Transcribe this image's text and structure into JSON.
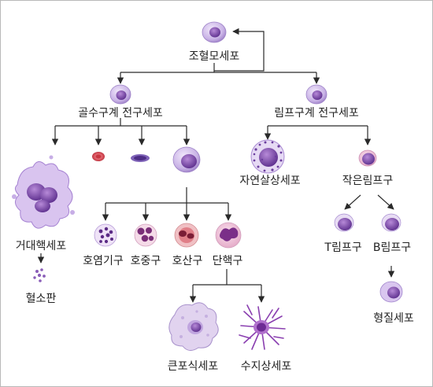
{
  "nodes": {
    "hsc": "조혈모세포",
    "myeloid_progenitor": "골수구계 전구세포",
    "lymphoid_progenitor": "림프구계 전구세포",
    "megakaryocyte": "거대핵세포",
    "platelet": "혈소판",
    "eosinophil": "호염기구",
    "neutrophil": "호중구",
    "basophil": "호산구",
    "monocyte": "단핵구",
    "macrophage": "큰포식세포",
    "dendritic": "수지상세포",
    "nk_cell": "자연살상세포",
    "small_lymphocyte": "작은림프구",
    "t_cell": "T림프구",
    "b_cell": "B림프구",
    "plasma_cell": "형질세포"
  },
  "colors": {
    "line": "#2a2a2a",
    "cell_purple": "#9a78c8",
    "nucleus_purple": "#6a3a9a",
    "rbc_red": "#d0404a"
  }
}
